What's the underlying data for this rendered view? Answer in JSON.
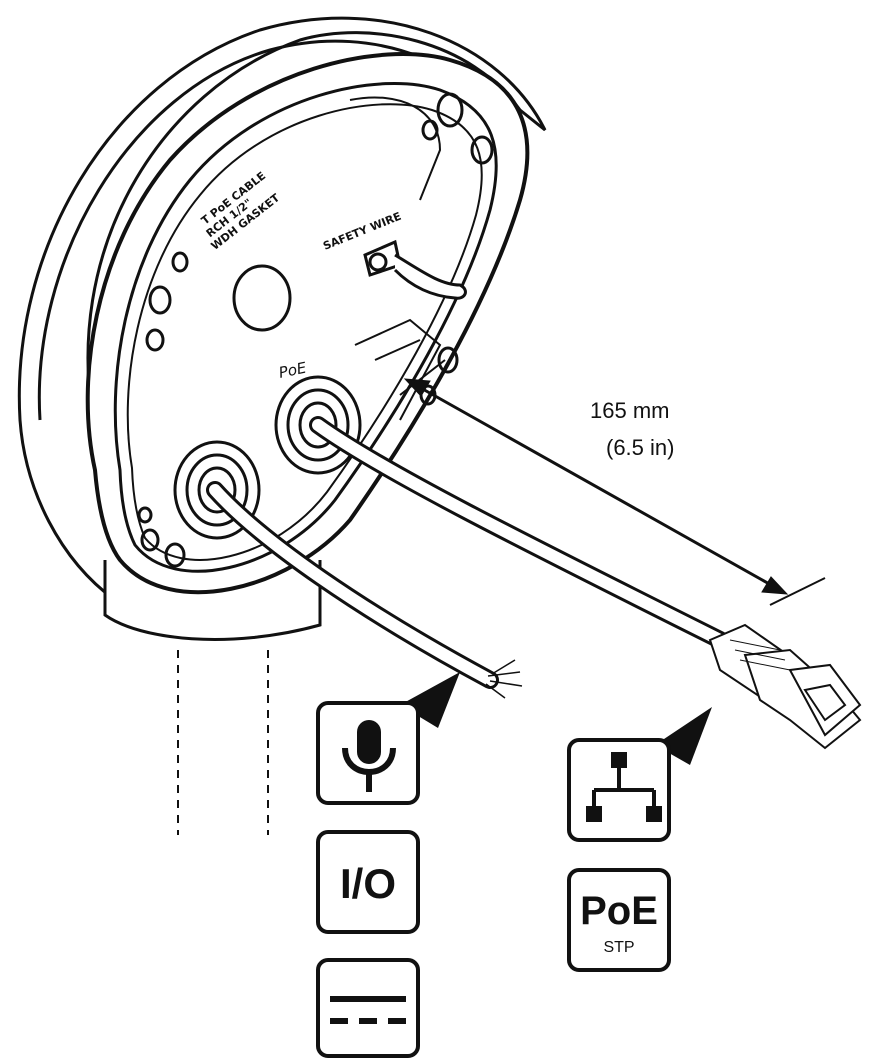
{
  "housing": {
    "port_label": "PoE",
    "inner_text_lines": [
      "T PoE CABLE",
      "RCH 1/2\"",
      "WDH GASKET"
    ],
    "safety_wire_label": "SAFETY WIRE"
  },
  "dimension": {
    "value_mm": "165 mm",
    "value_in": "(6.5 in)"
  },
  "icons": {
    "audio": {
      "name": "microphone-icon"
    },
    "io": {
      "label": "I/O"
    },
    "power": {
      "name": "dc-power-icon"
    },
    "network": {
      "name": "network-icon"
    },
    "poe": {
      "label": "PoE",
      "sublabel": "STP"
    }
  },
  "colors": {
    "line": "#111111",
    "cable": "#bfbfbf",
    "background": "#ffffff"
  }
}
